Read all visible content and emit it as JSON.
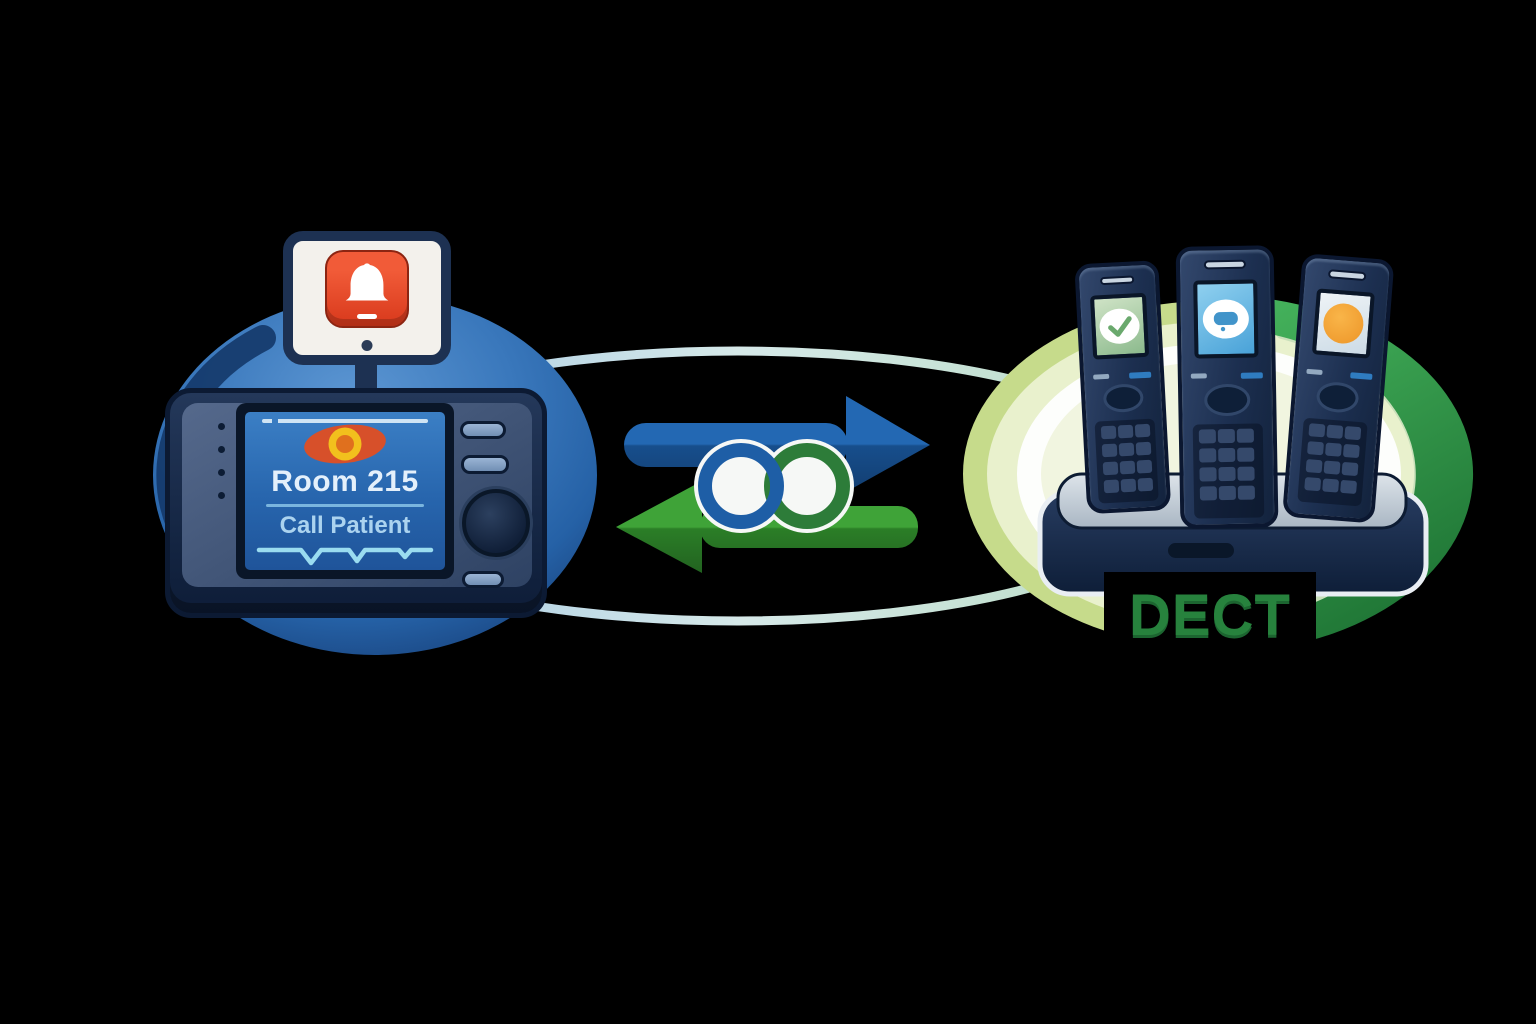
{
  "title": "Nurse call to DECT integration illustration",
  "nurse_call": {
    "monitor_icon": "bell-icon",
    "screen": {
      "room_label": "Room 215",
      "action_label": "Call Patient",
      "waveform": "ecg-line",
      "alert_icon": "alert-target-icon"
    }
  },
  "link": {
    "icon": "infinity-link-icon",
    "right_arrow_color": "#2368b3",
    "left_arrow_color": "#3fa338",
    "infinity_left_loop_color": "#1e5ea6",
    "infinity_right_loop_color": "#2d7c39"
  },
  "dect": {
    "label": "DECT",
    "label_color": "#27823d",
    "handsets": [
      {
        "screen_icon": "check-icon",
        "screen_color": "#a9cfa6"
      },
      {
        "screen_icon": "chat-icon",
        "screen_color": "#55aede"
      },
      {
        "screen_icon": "notification-dot-icon",
        "screen_color": "#e3ecf2"
      }
    ]
  },
  "palette": {
    "background": "#000000",
    "blue_ellipse": "#2e6cb0",
    "green_ellipse_ring": "#c6db8b",
    "green_crescent": "#2e8f47",
    "sync_ring_left": "#9cc3e2",
    "sync_ring_right": "#b9dcc4",
    "alert_red": "#e8402a"
  }
}
